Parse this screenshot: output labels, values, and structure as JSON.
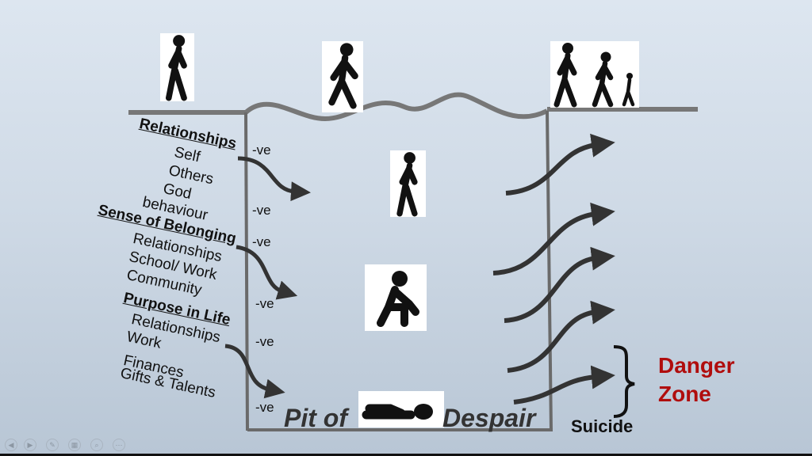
{
  "colors": {
    "background": "#d2dce8",
    "ink": "#111111",
    "wall": "#6a6a6a",
    "pit_text": "#333333",
    "danger": "#b00d0d"
  },
  "factors": [
    {
      "heading": "Relationships",
      "items": [
        "Self",
        "Others",
        "God",
        "behaviour"
      ]
    },
    {
      "heading": "Sense of Belonging",
      "items": [
        "Relationships",
        "School/ Work",
        "Community"
      ]
    },
    {
      "heading": "Purpose in Life",
      "items": [
        "Relationships",
        "Work",
        "Finances",
        "Gifts & Talents"
      ]
    }
  ],
  "negative_labels": [
    "-ve",
    "-ve",
    "-ve",
    "-ve",
    "-ve",
    "-ve"
  ],
  "pit": {
    "left_text": "Pit of",
    "right_text": "Despair"
  },
  "suicide_label": "Suicide",
  "danger_zone": {
    "line1": "Danger",
    "line2": "Zone"
  },
  "icons": [
    "person-walking-icon",
    "person-running-icon",
    "family-walking-icon",
    "person-sitting-icon",
    "person-lying-icon",
    "curved-arrow-icon",
    "brace-icon"
  ]
}
